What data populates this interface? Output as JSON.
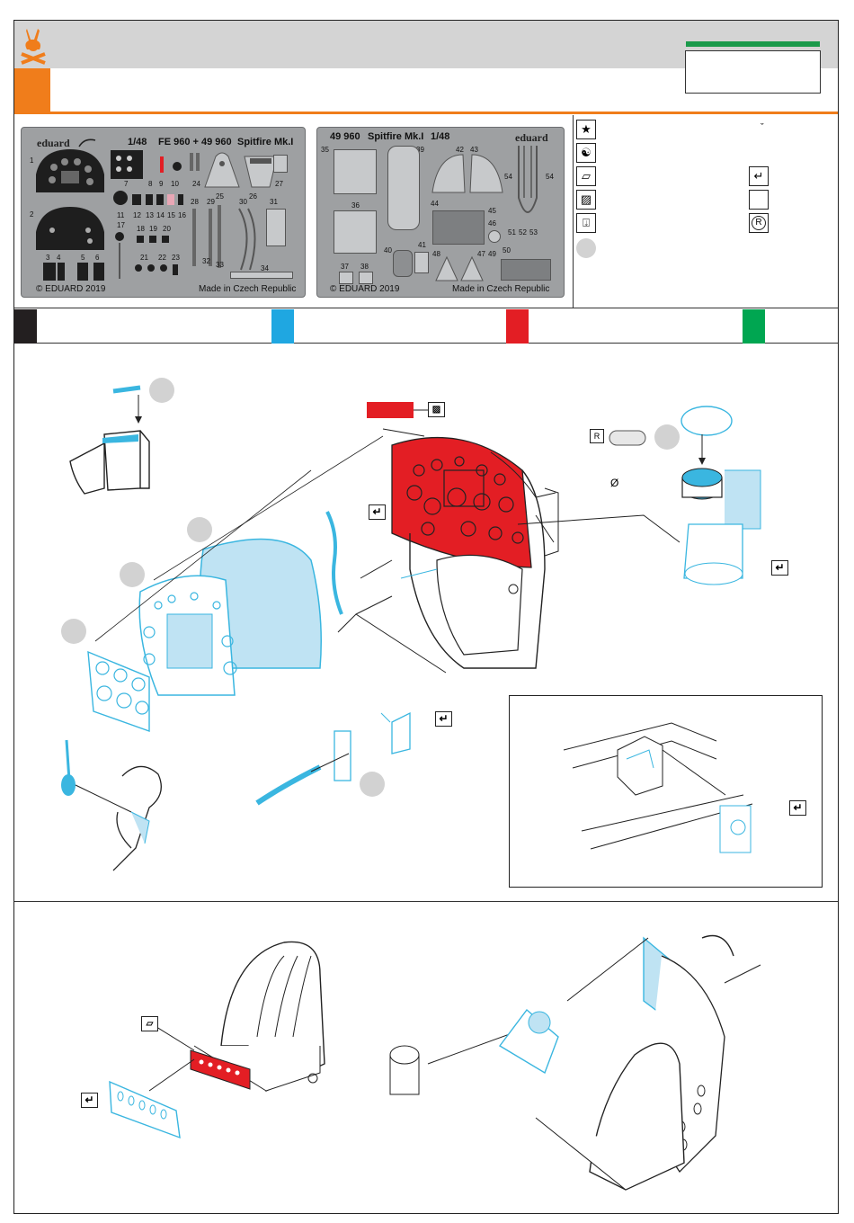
{
  "fret_left": {
    "brand": "eduard",
    "scale": "1/48",
    "codes": "FE 960 + 49 960",
    "model": "Spitfire Mk.I",
    "copyright": "© EDUARD 2019",
    "origin": "Made in Czech Republic",
    "part_numbers": [
      "1",
      "2",
      "3",
      "4",
      "5",
      "6",
      "7",
      "8",
      "9",
      "10",
      "11",
      "12",
      "13",
      "14",
      "15",
      "16",
      "17",
      "18",
      "19",
      "20",
      "21",
      "22",
      "23",
      "24",
      "25",
      "26",
      "27",
      "28",
      "29",
      "30",
      "31",
      "32",
      "33",
      "34"
    ]
  },
  "fret_right": {
    "brand": "eduard",
    "code": "49 960",
    "model": "Spitfire Mk.I",
    "scale": "1/48",
    "copyright": "© EDUARD 2019",
    "origin": "Made in Czech Republic",
    "part_numbers": [
      "35",
      "36",
      "37",
      "38",
      "39",
      "40",
      "41",
      "42",
      "43",
      "44",
      "45",
      "46",
      "47",
      "48",
      "49",
      "50",
      "51",
      "52",
      "53",
      "54",
      "54"
    ]
  },
  "legend": {
    "caret_mark": "ˇ",
    "icons": [
      "star-icon",
      "yin-yang-icon",
      "parallelogram-icon",
      "hatched-icon",
      "drill-icon"
    ],
    "right_icons": [
      "fold-icon",
      "blank-icon",
      "r-icon"
    ],
    "r_symbol": "R"
  },
  "colors": {
    "black": "#231f20",
    "blue": "#1fa7e1",
    "red": "#e31e24",
    "green": "#00a651",
    "orange": "#f07d1b",
    "part_blue": "#3ab6e0",
    "part_fill": "#bfe3f3"
  },
  "main": {
    "diameter_symbol": "Ø",
    "r_symbol": "R",
    "fold_symbol": "↵"
  }
}
